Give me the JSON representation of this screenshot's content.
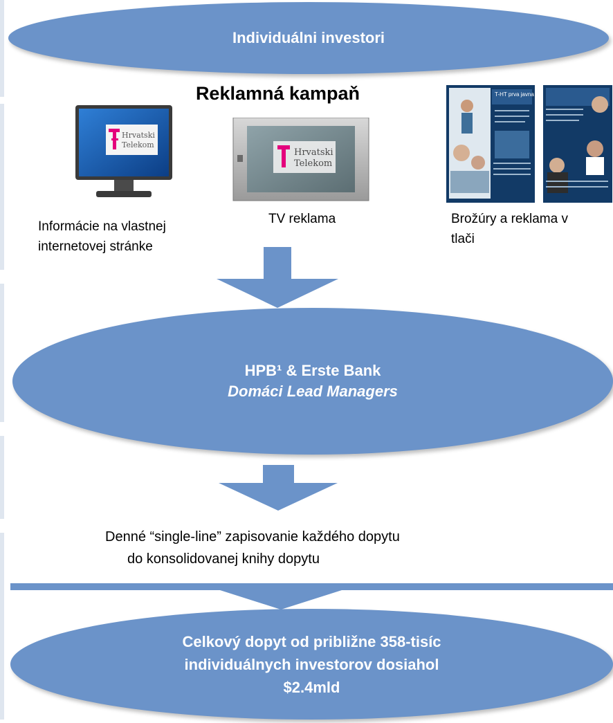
{
  "top_ellipse": {
    "label": "Individuálni investori"
  },
  "campaign": {
    "heading": "Reklamná kampaň",
    "web": {
      "caption_line1": "Informácie na vlastnej",
      "caption_line2": "internetovej  stránke",
      "logo_line1": "Hrvatski",
      "logo_line2": "Telekom"
    },
    "tv": {
      "caption": "TV reklama",
      "logo_line1": "Hrvatski",
      "logo_line2": "Telekom"
    },
    "print": {
      "caption_line1": "Brožúry a reklama v",
      "caption_line2": "tlači",
      "header_text": "T-HT prva javna ponuda dionica"
    }
  },
  "managers": {
    "line1": "HPB¹ & Erste Bank",
    "line2": "Domáci Lead Managers"
  },
  "bookbuilding": {
    "line1": "Denné “single-line” zapisovanie každého dopytu",
    "line2": "do konsolidovanej knihy dopytu"
  },
  "result": {
    "line1": "Celkový dopyt od približne 358-tisíc",
    "line2": "individuálnych investorov dosiahol",
    "line3": "$2.4mld"
  },
  "colors": {
    "ellipse": "#6b93c9",
    "accent_magenta": "#e4007c"
  }
}
